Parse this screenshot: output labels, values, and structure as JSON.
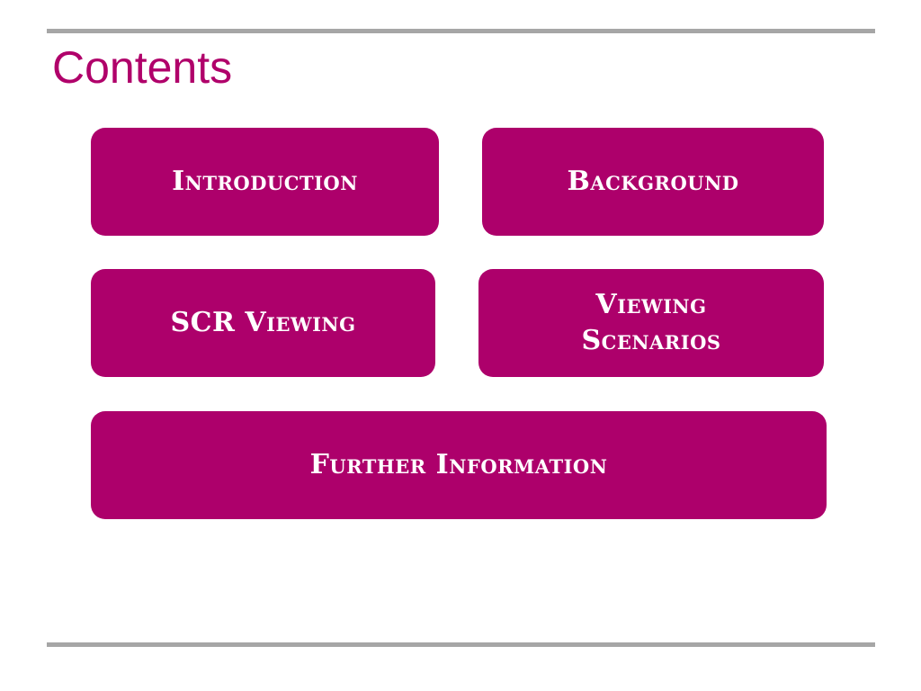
{
  "slide": {
    "title": "Contents",
    "accent_color": "#ad006b",
    "rule_color": "#a6a6a6"
  },
  "tiles": [
    {
      "label": "Introduction"
    },
    {
      "label": "Background"
    },
    {
      "label": "SCR Viewing"
    },
    {
      "label": "Viewing Scenarios"
    },
    {
      "label": "Further Information"
    }
  ]
}
